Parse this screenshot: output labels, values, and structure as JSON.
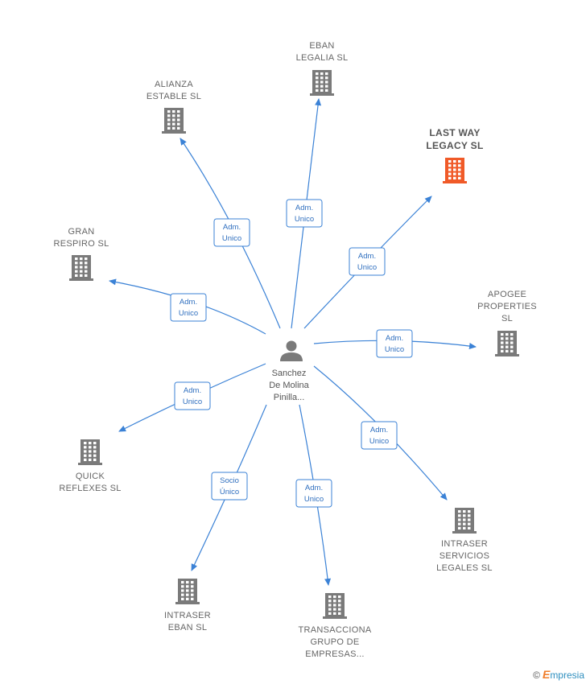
{
  "center": {
    "label": [
      "Sanchez",
      "De Molina",
      "Pinilla..."
    ]
  },
  "nodes": [
    {
      "id": "eban-legalia",
      "label": [
        "EBAN",
        "LEGALIA SL"
      ],
      "highlight": false,
      "edge": [
        "Adm.",
        "Unico"
      ]
    },
    {
      "id": "alianza-estable",
      "label": [
        "ALIANZA",
        "ESTABLE  SL"
      ],
      "highlight": false,
      "edge": [
        "Adm.",
        "Unico"
      ]
    },
    {
      "id": "last-way-legacy",
      "label": [
        "LAST WAY",
        "LEGACY  SL"
      ],
      "highlight": true,
      "edge": [
        "Adm.",
        "Unico"
      ]
    },
    {
      "id": "gran-respiro",
      "label": [
        "GRAN",
        "RESPIRO  SL"
      ],
      "highlight": false,
      "edge": [
        "Adm.",
        "Unico"
      ]
    },
    {
      "id": "apogee-properties",
      "label": [
        "APOGEE",
        "PROPERTIES",
        "SL"
      ],
      "highlight": false,
      "edge": [
        "Adm.",
        "Unico"
      ]
    },
    {
      "id": "quick-reflexes",
      "label": [
        "QUICK",
        "REFLEXES  SL"
      ],
      "highlight": false,
      "edge": [
        "Adm.",
        "Unico"
      ]
    },
    {
      "id": "intraser-servicios",
      "label": [
        "INTRASER",
        "SERVICIOS",
        "LEGALES SL"
      ],
      "highlight": false,
      "edge": [
        "Adm.",
        "Unico"
      ]
    },
    {
      "id": "intraser-eban",
      "label": [
        "INTRASER",
        "EBAN SL"
      ],
      "highlight": false,
      "edge": [
        "Socio",
        "Único"
      ]
    },
    {
      "id": "transacciona",
      "label": [
        "TRANSACCIONA",
        "GRUPO DE",
        "EMPRESAS..."
      ],
      "highlight": false,
      "edge": [
        "Adm.",
        "Unico"
      ]
    }
  ],
  "colors": {
    "edge": "#3b82d6",
    "building": "#7a7a7a",
    "highlight": "#f05a28"
  },
  "watermark": {
    "copyright": "©",
    "brand_initial": "E",
    "brand_rest": "mpresia"
  }
}
